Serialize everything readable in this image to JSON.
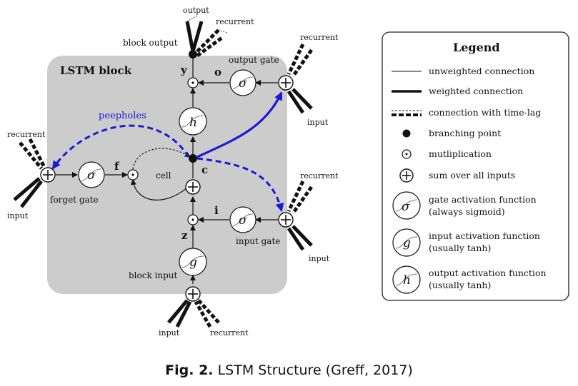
{
  "diagram": {
    "block_title": "LSTM block",
    "peepholes_label": "peepholes",
    "cell_label": "cell",
    "block_output_label": "block output",
    "block_input_label": "block input",
    "output_label": "output",
    "recurrent_label": "recurrent",
    "input_label": "input",
    "gates": {
      "output_gate": "output gate",
      "input_gate": "input gate",
      "forget_gate": "forget gate"
    },
    "vars": {
      "y": "y",
      "o": "o",
      "f": "f",
      "c": "c",
      "i": "i",
      "z": "z"
    },
    "symbols": {
      "sigma": "σ",
      "g": "g",
      "h": "h",
      "plus": "+",
      "dot": "·"
    },
    "colors": {
      "block_bg": "#cccccc",
      "peephole_blue": "#1a1ad6",
      "line": "#111111"
    }
  },
  "legend": {
    "title": "Legend",
    "items": [
      {
        "label": "unweighted connection",
        "icon": "thin-line"
      },
      {
        "label": "weighted connection",
        "icon": "thick-line"
      },
      {
        "label": "connection with time-lag",
        "icon": "dashed-line"
      },
      {
        "label": "branching point",
        "icon": "filled-dot"
      },
      {
        "label": "mutliplication",
        "icon": "circled-dot"
      },
      {
        "label": "sum over all inputs",
        "icon": "circled-plus"
      },
      {
        "label": "gate activation function",
        "label2": "(always sigmoid)",
        "icon": "sigma-circle"
      },
      {
        "label": "input activation function",
        "label2": "(usually tanh)",
        "icon": "g-circle"
      },
      {
        "label": "output activation function",
        "label2": "(usually tanh)",
        "icon": "h-circle"
      }
    ]
  },
  "caption": {
    "fig": "Fig. 2.",
    "text": " LSTM Structure (Greff, 2017)"
  }
}
